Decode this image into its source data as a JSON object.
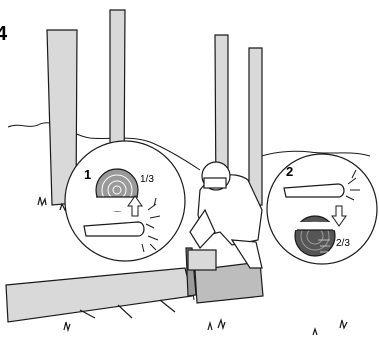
{
  "figure": {
    "number": "4",
    "inset_left": {
      "step": "1",
      "fraction": "1/3"
    },
    "inset_right": {
      "step": "2",
      "fraction": "2/3"
    }
  },
  "colors": {
    "ink": "#1a1a1a",
    "fill": "#d9d9d9",
    "dark": "#555555",
    "paper": "#ffffff"
  }
}
